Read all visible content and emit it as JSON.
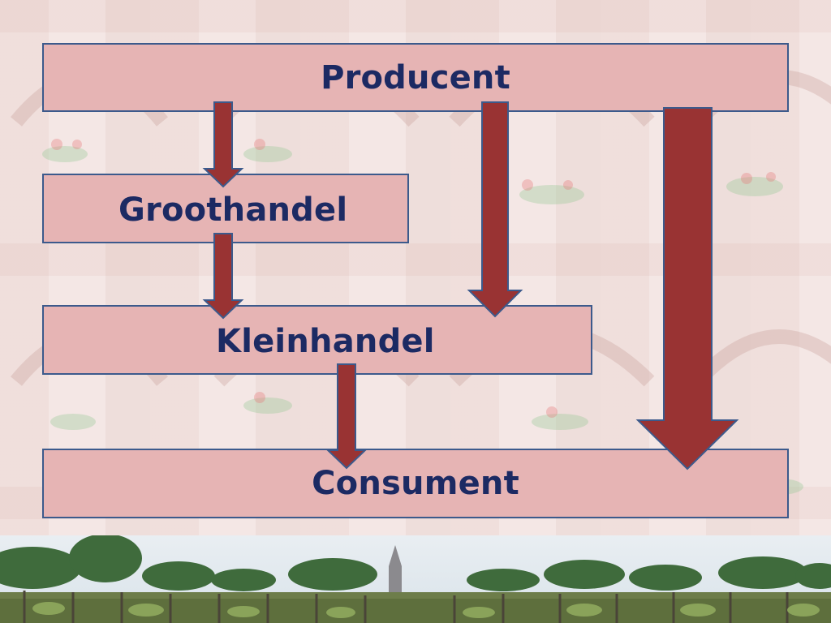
{
  "diagram": {
    "nodes": {
      "producent": "Producent",
      "groothandel": "Groothandel",
      "kleinhandel": "Kleinhandel",
      "consument": "Consument"
    },
    "edges": [
      {
        "from": "Producent",
        "to": "Groothandel"
      },
      {
        "from": "Groothandel",
        "to": "Kleinhandel"
      },
      {
        "from": "Kleinhandel",
        "to": "Consument"
      },
      {
        "from": "Producent",
        "to": "Kleinhandel"
      },
      {
        "from": "Producent",
        "to": "Consument"
      }
    ]
  },
  "colors": {
    "box_fill": "#e6b4b4",
    "box_border": "#3c5a8c",
    "text": "#1c2a63",
    "arrow_fill": "#993333",
    "arrow_border": "#3c5a8c"
  }
}
